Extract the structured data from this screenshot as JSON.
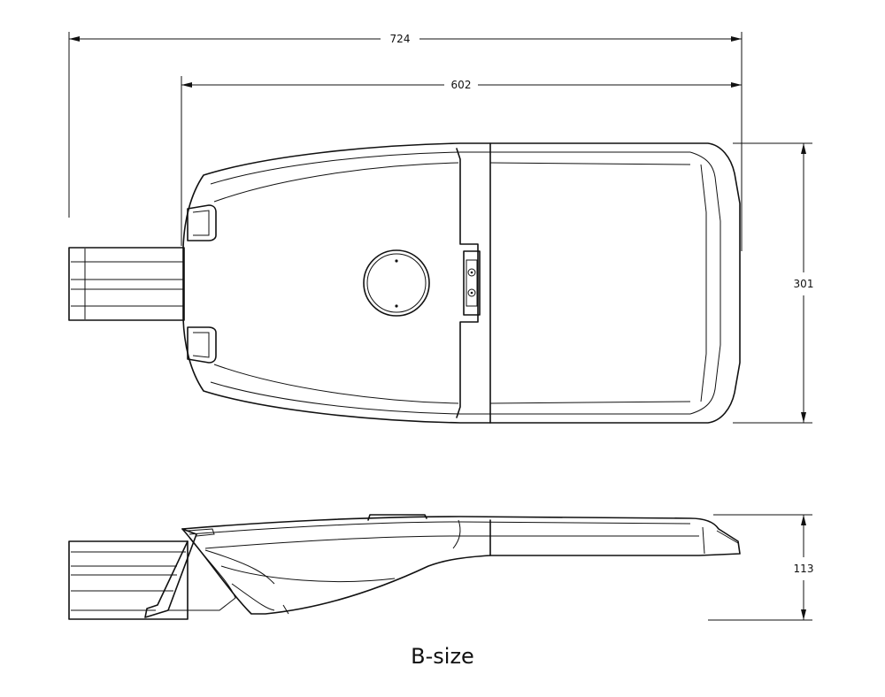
{
  "drawing": {
    "caption": "B-size",
    "dimensions": {
      "overall_length": "724",
      "body_length": "602",
      "width": "301",
      "height": "113"
    }
  }
}
